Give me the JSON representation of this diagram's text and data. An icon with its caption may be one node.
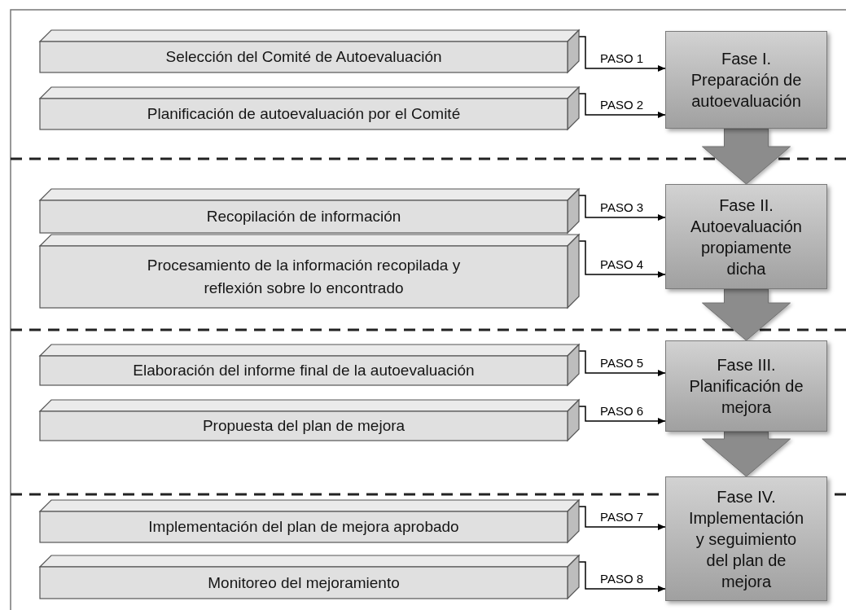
{
  "diagram": {
    "nodes": [
      {
        "text": [
          "Selección del Comité de Autoevaluación"
        ]
      },
      {
        "text": [
          "Fase I.",
          "Preparación de autoevaluación"
        ]
      },
      {
        "text": [
          "Planificación de autoevaluación por el Comité"
        ]
      },
      {
        "text": [
          "Recopilación de información"
        ]
      },
      {
        "text": [
          "Fase II.",
          "Autoevaluación propiamente dicha"
        ]
      },
      {
        "text": [
          "Procesamiento de la información recopilada y reflexión sobre lo encontrado"
        ]
      },
      {
        "text": [
          "Elaboración del informe final de la autoevaluación"
        ]
      },
      {
        "text": [
          "Fase III.",
          "Planificación de mejora"
        ]
      },
      {
        "text": [
          "Propuesta del plan de mejora"
        ]
      },
      {
        "text": [
          "Implementación del plan de mejora aprobado"
        ]
      },
      {
        "text": [
          "Fase IV.",
          "Implementación y seguimiento del plan de mejora"
        ]
      },
      {
        "text": [
          "Monitoreo del mejoramiento"
        ]
      }
    ],
    "edges": [
      {
        "from": 0,
        "to": 1,
        "label": "PASO 1",
        "arrow": "to"
      },
      {
        "from": 2,
        "to": 1,
        "label": "PASO 2",
        "arrow": "to"
      },
      {
        "from": 3,
        "to": 4,
        "label": "PASO 3",
        "arrow": "to"
      },
      {
        "from": 5,
        "to": 4,
        "label": "PASO 4",
        "arrow": "to"
      },
      {
        "from": 6,
        "to": 7,
        "label": "PASO 5",
        "arrow": "to"
      },
      {
        "from": 8,
        "to": 7,
        "label": "PASO 6",
        "arrow": "to"
      },
      {
        "from": 9,
        "to": 10,
        "label": "PASO 7",
        "arrow": "to"
      },
      {
        "from": 11,
        "to": 10,
        "label": "PASO 8",
        "arrow": "to"
      },
      {
        "from": 1,
        "to": 4,
        "arrow": "to",
        "style": "thick",
        "color": "#8c8c8c"
      },
      {
        "from": 4,
        "to": 7,
        "arrow": "to",
        "style": "thick",
        "color": "#8c8c8c"
      },
      {
        "from": 7,
        "to": 10,
        "arrow": "to",
        "style": "thick",
        "color": "#8c8c8c"
      }
    ]
  }
}
